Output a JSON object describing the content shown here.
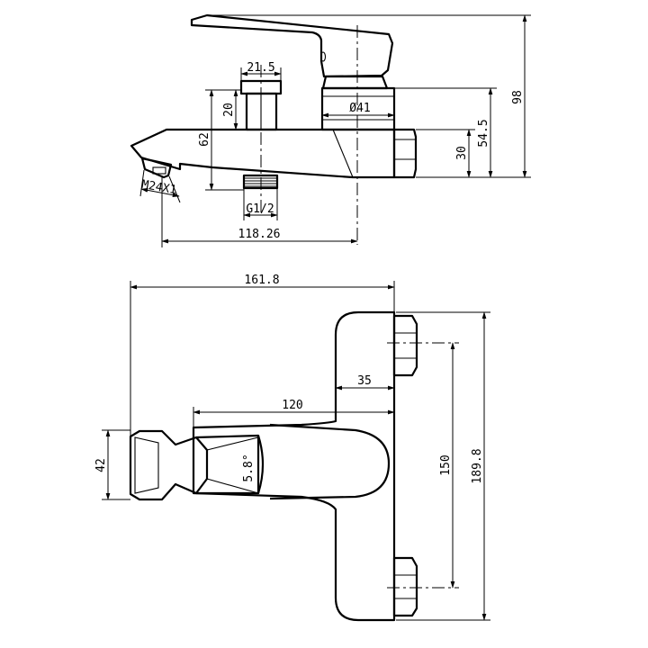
{
  "top_view": {
    "dimensions": {
      "nut_width": "21.5",
      "nut_height": "20",
      "body_height": "62",
      "body_diameter": "Ø41",
      "spout_thread": "M24X1",
      "inlet_thread": "G1/2",
      "spout_reach": "118.26",
      "connector_height": "30",
      "body_top_height": "54.5",
      "total_height": "98"
    }
  },
  "bottom_view": {
    "dimensions": {
      "total_length": "161.8",
      "wall_offset": "35",
      "lever_length": "120",
      "lever_width": "42",
      "lever_angle": "5.8°",
      "inlet_spacing": "150",
      "total_width": "189.8"
    }
  }
}
